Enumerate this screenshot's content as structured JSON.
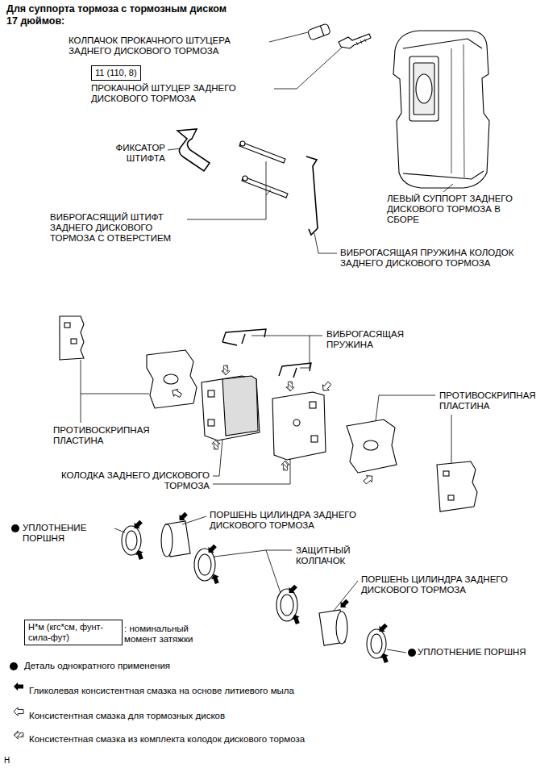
{
  "diagram": {
    "title": "Для суппорта тормоза с тормозным диском 17 дюймов:",
    "nodes": [
      {
        "text": [
          "11 (110, 8)"
        ]
      },
      {
        "text": [
          "Н*м (кгс*см, фунт-сила-фут)"
        ]
      }
    ],
    "labels": [
      "КОЛПАЧОК ПРОКАЧНОГО ШТУЦЕРА ЗАДНЕГО ДИСКОВОГО ТОРМОЗА",
      "ПРОКАЧНОЙ ШТУЦЕР ЗАДНЕГО ДИСКОВОГО ТОРМОЗА",
      "ФИКСАТОР ШТИФТА",
      "ЛЕВЫЙ СУППОРТ ЗАДНЕГО ДИСКОВОГО ТОРМОЗА В СБОРЕ",
      "ВИБРОГАСЯЩИЙ ШТИФТ ЗАДНЕГО ДИСКОВОГО ТОРМОЗА С ОТВЕРСТИЕМ",
      "ВИБРОГАСЯЩАЯ ПРУЖИНА КОЛОДОК ЗАДНЕГО ДИСКОВОГО ТОРМОЗА",
      "ВИБРОГАСЯЩАЯ ПРУЖИНА",
      "ПРОТИВОСКРИПНАЯ ПЛАСТИНА",
      "ПРОТИВОСКРИПНАЯ ПЛАСТИНА",
      "КОЛОДКА ЗАДНЕГО ДИСКОВОГО ТОРМОЗА",
      "УПЛОТНЕНИЕ ПОРШНЯ",
      "ПОРШЕНЬ ЦИЛИНДРА ЗАДНЕГО ДИСКОВОГО ТОРМОЗА",
      "ЗАЩИТНЫЙ КОЛПАЧОК",
      "ПОРШЕНЬ ЦИЛИНДРА ЗАДНЕГО ДИСКОВОГО ТОРМОЗА",
      "УПЛОТНЕНИЕ ПОРШНЯ",
      ": номинальный момент затяжки",
      "H"
    ],
    "legend": [
      {
        "text": "Деталь однократного применения"
      },
      {
        "text": "Гликолевая консистентная смазка на основе литиевого мыла"
      },
      {
        "text": "Консистентная смазка для тормозных дисков"
      },
      {
        "text": "Консистентная смазка из комплекта колодок дискового тормоза"
      }
    ]
  }
}
